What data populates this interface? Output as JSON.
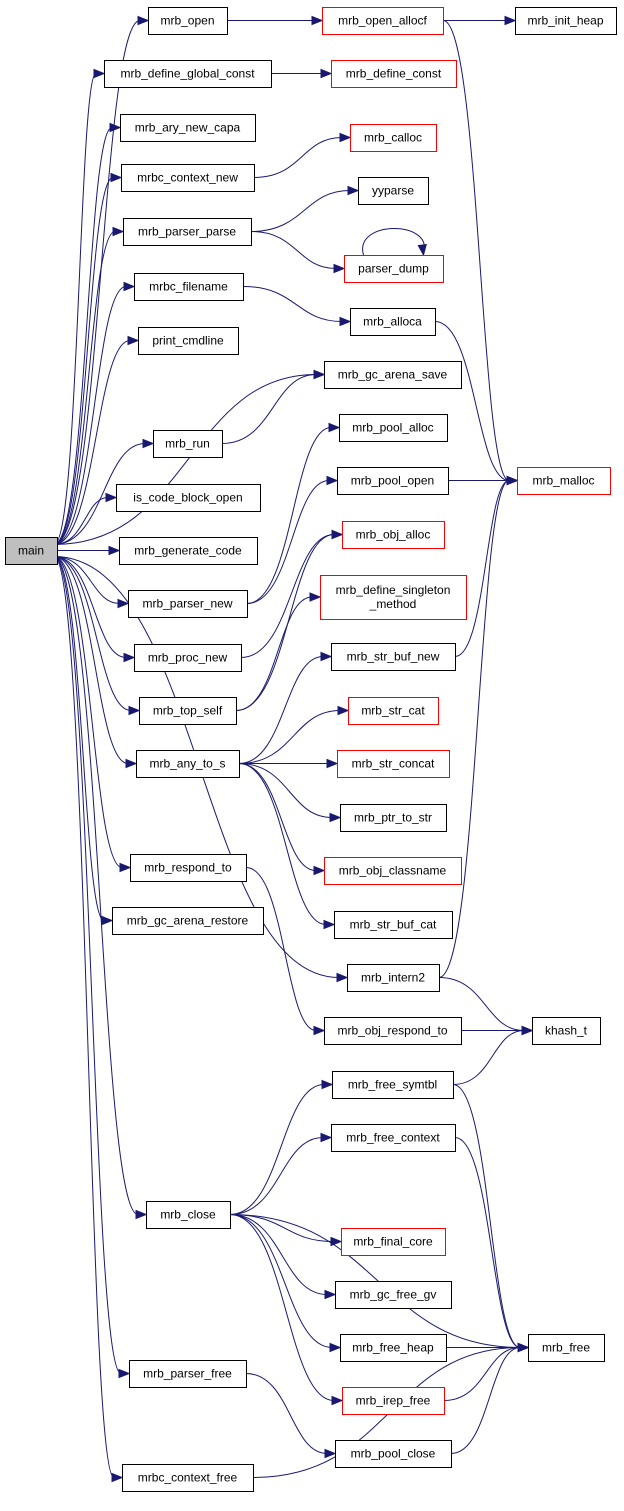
{
  "colors": {
    "edge": "#191970",
    "node_border": "#000000",
    "truncated_border": "#ff0000",
    "root_fill": "#bfbfbf"
  },
  "nodes": {
    "main": {
      "label": "main",
      "kind": "root"
    },
    "mrb_open": {
      "label": "mrb_open"
    },
    "mrb_open_allocf": {
      "label": "mrb_open_allocf",
      "truncated": true
    },
    "mrb_init_heap": {
      "label": "mrb_init_heap"
    },
    "mrb_define_global_const": {
      "label": "mrb_define_global_const"
    },
    "mrb_define_const": {
      "label": "mrb_define_const",
      "truncated": true
    },
    "mrb_ary_new_capa": {
      "label": "mrb_ary_new_capa"
    },
    "mrbc_context_new": {
      "label": "mrbc_context_new"
    },
    "mrb_calloc": {
      "label": "mrb_calloc",
      "truncated": true
    },
    "mrb_parser_parse": {
      "label": "mrb_parser_parse"
    },
    "yyparse": {
      "label": "yyparse"
    },
    "parser_dump": {
      "label": "parser_dump",
      "truncated": true
    },
    "mrbc_filename": {
      "label": "mrbc_filename"
    },
    "mrb_alloca": {
      "label": "mrb_alloca"
    },
    "print_cmdline": {
      "label": "print_cmdline"
    },
    "mrb_gc_arena_save": {
      "label": "mrb_gc_arena_save"
    },
    "mrb_run": {
      "label": "mrb_run"
    },
    "mrb_pool_alloc": {
      "label": "mrb_pool_alloc"
    },
    "mrb_pool_open": {
      "label": "mrb_pool_open"
    },
    "mrb_malloc": {
      "label": "mrb_malloc",
      "truncated": true
    },
    "is_code_block_open": {
      "label": "is_code_block_open"
    },
    "mrb_generate_code": {
      "label": "mrb_generate_code"
    },
    "mrb_obj_alloc": {
      "label": "mrb_obj_alloc",
      "truncated": true
    },
    "mrb_parser_new": {
      "label": "mrb_parser_new"
    },
    "mrb_define_singleton_method": {
      "label": "mrb_define_singleton\n_method",
      "truncated": true
    },
    "mrb_proc_new": {
      "label": "mrb_proc_new"
    },
    "mrb_str_buf_new": {
      "label": "mrb_str_buf_new"
    },
    "mrb_top_self": {
      "label": "mrb_top_self"
    },
    "mrb_str_cat": {
      "label": "mrb_str_cat",
      "truncated": true
    },
    "mrb_any_to_s": {
      "label": "mrb_any_to_s"
    },
    "mrb_str_concat": {
      "label": "mrb_str_concat",
      "truncated": true
    },
    "mrb_ptr_to_str": {
      "label": "mrb_ptr_to_str"
    },
    "mrb_obj_classname": {
      "label": "mrb_obj_classname",
      "truncated": true
    },
    "mrb_respond_to": {
      "label": "mrb_respond_to"
    },
    "mrb_gc_arena_restore": {
      "label": "mrb_gc_arena_restore"
    },
    "mrb_str_buf_cat": {
      "label": "mrb_str_buf_cat"
    },
    "mrb_intern2": {
      "label": "mrb_intern2"
    },
    "mrb_obj_respond_to": {
      "label": "mrb_obj_respond_to"
    },
    "khash_t": {
      "label": "khash_t"
    },
    "mrb_free_symtbl": {
      "label": "mrb_free_symtbl"
    },
    "mrb_free_context": {
      "label": "mrb_free_context"
    },
    "mrb_close": {
      "label": "mrb_close"
    },
    "mrb_final_core": {
      "label": "mrb_final_core",
      "truncated": true
    },
    "mrb_gc_free_gv": {
      "label": "mrb_gc_free_gv"
    },
    "mrb_free_heap": {
      "label": "mrb_free_heap"
    },
    "mrb_free": {
      "label": "mrb_free"
    },
    "mrb_parser_free": {
      "label": "mrb_parser_free"
    },
    "mrb_irep_free": {
      "label": "mrb_irep_free",
      "truncated": true
    },
    "mrb_pool_close": {
      "label": "mrb_pool_close"
    },
    "mrbc_context_free": {
      "label": "mrbc_context_free"
    }
  },
  "edges": [
    [
      "main",
      "mrb_open"
    ],
    [
      "main",
      "mrb_define_global_const"
    ],
    [
      "main",
      "mrb_ary_new_capa"
    ],
    [
      "main",
      "mrbc_context_new"
    ],
    [
      "main",
      "mrb_parser_parse"
    ],
    [
      "main",
      "mrbc_filename"
    ],
    [
      "main",
      "print_cmdline"
    ],
    [
      "main",
      "mrb_gc_arena_save"
    ],
    [
      "main",
      "mrb_run"
    ],
    [
      "main",
      "is_code_block_open"
    ],
    [
      "main",
      "mrb_generate_code"
    ],
    [
      "main",
      "mrb_parser_new"
    ],
    [
      "main",
      "mrb_proc_new"
    ],
    [
      "main",
      "mrb_top_self"
    ],
    [
      "main",
      "mrb_any_to_s"
    ],
    [
      "main",
      "mrb_intern2"
    ],
    [
      "main",
      "mrb_respond_to"
    ],
    [
      "main",
      "mrb_gc_arena_restore"
    ],
    [
      "main",
      "mrb_close"
    ],
    [
      "main",
      "mrb_parser_free"
    ],
    [
      "main",
      "mrbc_context_free"
    ],
    [
      "mrb_open",
      "mrb_open_allocf"
    ],
    [
      "mrb_open_allocf",
      "mrb_init_heap"
    ],
    [
      "mrb_open_allocf",
      "mrb_malloc"
    ],
    [
      "mrb_define_global_const",
      "mrb_define_const"
    ],
    [
      "mrbc_context_new",
      "mrb_calloc"
    ],
    [
      "mrb_parser_parse",
      "yyparse"
    ],
    [
      "mrb_parser_parse",
      "parser_dump"
    ],
    [
      "parser_dump",
      "parser_dump"
    ],
    [
      "mrbc_filename",
      "mrb_alloca"
    ],
    [
      "mrb_alloca",
      "mrb_malloc"
    ],
    [
      "mrb_run",
      "mrb_gc_arena_save"
    ],
    [
      "mrb_pool_open",
      "mrb_malloc"
    ],
    [
      "mrb_parser_new",
      "mrb_pool_alloc"
    ],
    [
      "mrb_parser_new",
      "mrb_pool_open"
    ],
    [
      "mrb_proc_new",
      "mrb_obj_alloc"
    ],
    [
      "mrb_top_self",
      "mrb_obj_alloc"
    ],
    [
      "mrb_top_self",
      "mrb_define_singleton_method"
    ],
    [
      "mrb_str_buf_new",
      "mrb_malloc"
    ],
    [
      "mrb_any_to_s",
      "mrb_str_buf_new"
    ],
    [
      "mrb_any_to_s",
      "mrb_str_cat"
    ],
    [
      "mrb_any_to_s",
      "mrb_str_concat"
    ],
    [
      "mrb_any_to_s",
      "mrb_ptr_to_str"
    ],
    [
      "mrb_any_to_s",
      "mrb_obj_classname"
    ],
    [
      "mrb_any_to_s",
      "mrb_str_buf_cat"
    ],
    [
      "mrb_intern2",
      "mrb_malloc"
    ],
    [
      "mrb_intern2",
      "khash_t"
    ],
    [
      "mrb_respond_to",
      "mrb_obj_respond_to"
    ],
    [
      "mrb_obj_respond_to",
      "khash_t"
    ],
    [
      "mrb_free_symtbl",
      "khash_t"
    ],
    [
      "mrb_free_symtbl",
      "mrb_free"
    ],
    [
      "mrb_free_context",
      "mrb_free"
    ],
    [
      "mrb_close",
      "mrb_free_symtbl"
    ],
    [
      "mrb_close",
      "mrb_free_context"
    ],
    [
      "mrb_close",
      "mrb_free"
    ],
    [
      "mrb_close",
      "mrb_final_core"
    ],
    [
      "mrb_close",
      "mrb_gc_free_gv"
    ],
    [
      "mrb_close",
      "mrb_free_heap"
    ],
    [
      "mrb_close",
      "mrb_irep_free"
    ],
    [
      "mrb_free_heap",
      "mrb_free"
    ],
    [
      "mrb_irep_free",
      "mrb_free"
    ],
    [
      "mrb_parser_free",
      "mrb_pool_close"
    ],
    [
      "mrb_pool_close",
      "mrb_free"
    ],
    [
      "mrbc_context_free",
      "mrb_free"
    ]
  ]
}
